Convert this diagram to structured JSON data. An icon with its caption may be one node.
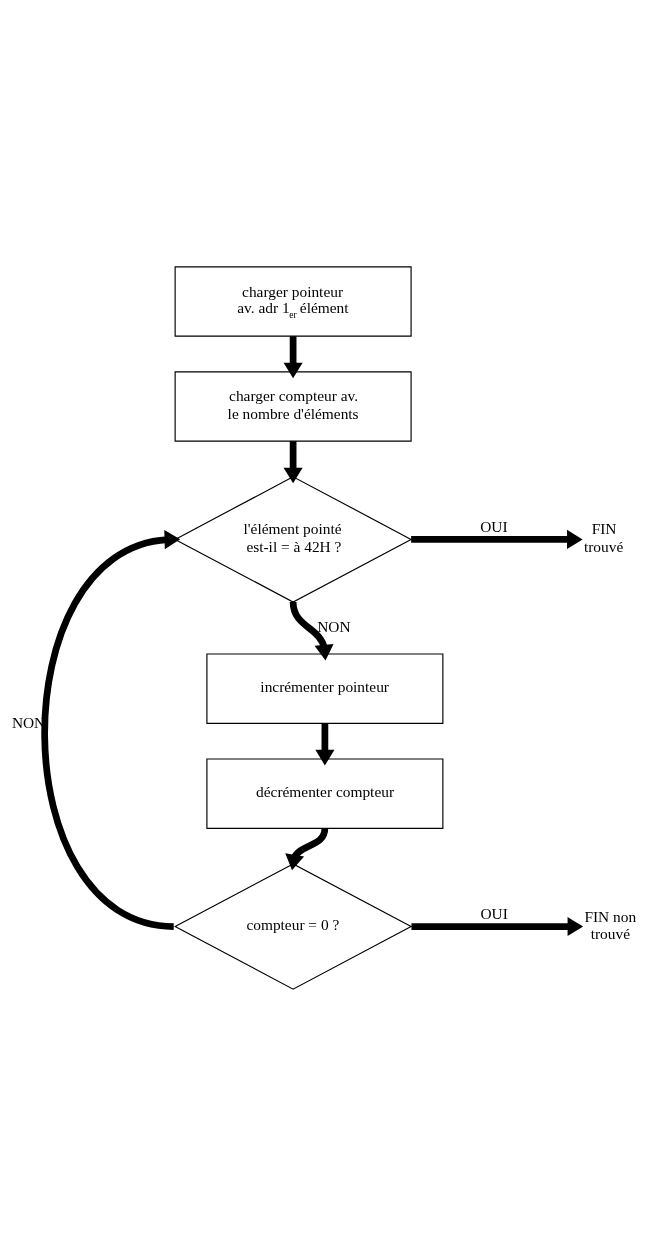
{
  "diagram": {
    "nodes": [
      {
        "text": [
          "charger pointeur av. adr 1$_{er}$ élément"
        ]
      },
      {
        "text": [
          "charger compteur av. le nombre d'éléments"
        ]
      },
      {
        "text": [
          "l'élément pointé est-il = à 42H ?"
        ]
      },
      {
        "text": [
          "FIN trouvé"
        ]
      },
      {
        "text": [
          "incrémenter pointeur"
        ]
      },
      {
        "text": [
          "décrémenter compteur"
        ]
      },
      {
        "text": [
          "compteur = 0 ?"
        ]
      },
      {
        "text": [
          "FIN non trouvé"
        ]
      }
    ],
    "edges": [
      {
        "from": 0,
        "to": 1,
        "arrow": "to"
      },
      {
        "from": 1,
        "to": 2,
        "arrow": "to"
      },
      {
        "from": 2,
        "to": 3,
        "arrow": "to",
        "label": "OUI"
      },
      {
        "from": 2,
        "to": 4,
        "arrow": "to",
        "label": "NON"
      },
      {
        "from": 4,
        "to": 5,
        "arrow": "to"
      },
      {
        "from": 5,
        "to": 6,
        "arrow": "to"
      },
      {
        "from": 6,
        "to": 7,
        "arrow": "to",
        "label": "OUI"
      },
      {
        "from": 6,
        "to": 2,
        "arrow": "to",
        "label": "NON"
      }
    ]
  }
}
